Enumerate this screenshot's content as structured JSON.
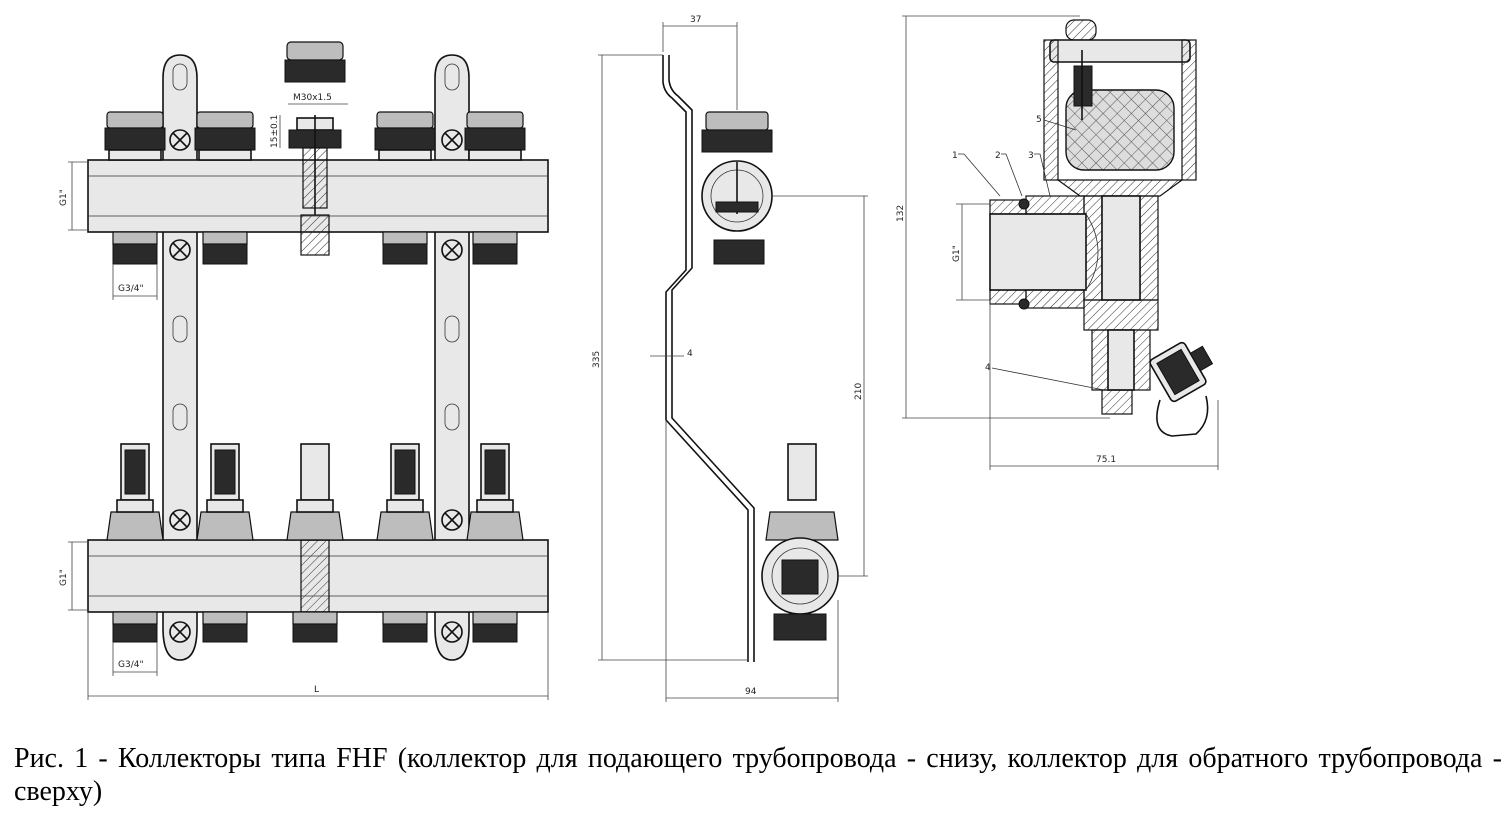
{
  "figure": {
    "caption": "Рис. 1 - Коллекторы типа FHF (коллектор для подающего трубопровода - снизу, коллектор для обратного трубопровода - сверху)"
  },
  "front_view": {
    "dims": {
      "thread_main_top": "G1\"",
      "thread_main_bottom": "G1\"",
      "thread_outlet_top": "G3/4\"",
      "thread_outlet_bottom": "G3/4\"",
      "cap_thread": "M30x1.5",
      "stroke": "15±0.1",
      "length": "L"
    }
  },
  "side_view": {
    "dims": {
      "top_width": "37",
      "height_total": "335",
      "axis_distance": "210",
      "bracket_thickness": "4",
      "depth": "94"
    }
  },
  "section_view": {
    "dims": {
      "height": "132",
      "thread": "G1\"",
      "width": "75.1"
    },
    "callouts": [
      "1",
      "2",
      "3",
      "4",
      "5"
    ]
  },
  "colors": {
    "line": "#111111",
    "fill_light": "#e8e8e8",
    "fill_dark": "#2a2a2a"
  }
}
